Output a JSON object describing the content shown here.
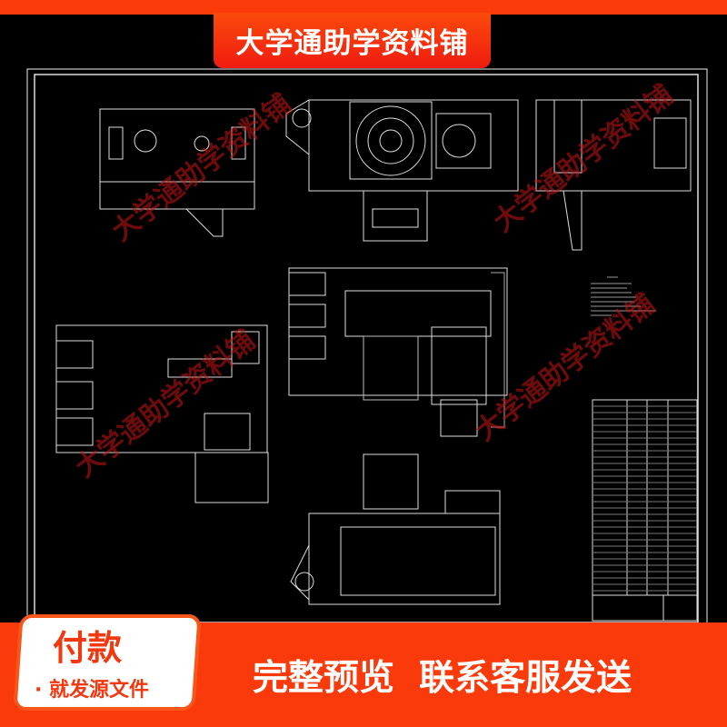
{
  "header": {
    "brand": "大学通助学资料铺"
  },
  "watermark": "大学通助学资料铺",
  "footer": {
    "pay_title": "付款",
    "pay_subtitle": "· 就发源文件",
    "cta": "完整预览  联系客服发送"
  },
  "colors": {
    "accent": "#fa3a0a",
    "background": "#000000",
    "lines": "#ffffff"
  }
}
